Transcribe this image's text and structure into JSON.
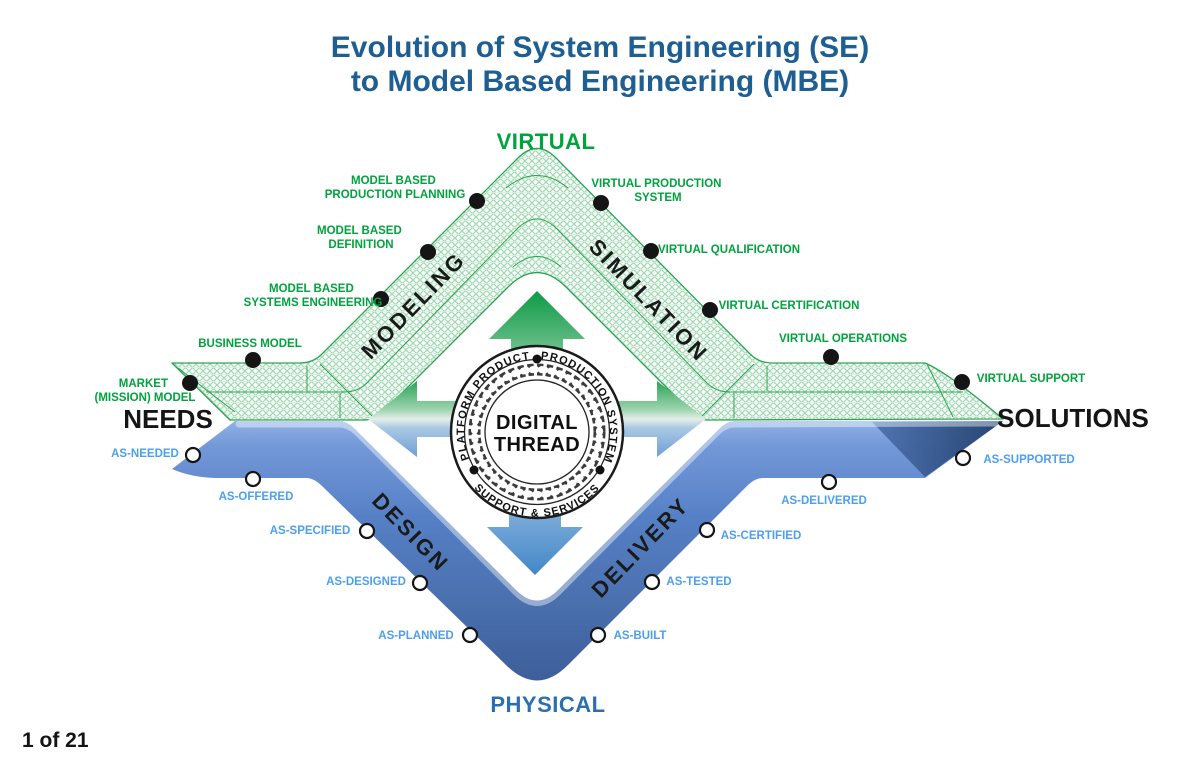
{
  "slide": {
    "title_line1": "Evolution of System Engineering (SE)",
    "title_line2": "to Model Based Engineering (MBE)",
    "page_indicator": "1 of 21"
  },
  "poles": {
    "top": "VIRTUAL",
    "bottom": "PHYSICAL",
    "left": "NEEDS",
    "right": "SOLUTIONS"
  },
  "bands": {
    "top_left": "MODELING",
    "top_right": "SIMULATION",
    "bottom_left": "DESIGN",
    "bottom_right": "DELIVERY"
  },
  "hub": {
    "line1": "DIGITAL",
    "line2": "THREAD",
    "arc_top_left": "PLATFORM PRODUCT",
    "arc_top_right": "PRODUCTION SYSTEM",
    "arc_bottom": "SUPPORT & SERVICES"
  },
  "virtual_milestones": [
    {
      "line1": "MARKET",
      "line2": "(MISSION) MODEL"
    },
    {
      "line1": "BUSINESS MODEL",
      "line2": ""
    },
    {
      "line1": "MODEL BASED",
      "line2": "SYSTEMS ENGINEERING"
    },
    {
      "line1": "MODEL BASED",
      "line2": "DEFINITION"
    },
    {
      "line1": "MODEL BASED",
      "line2": "PRODUCTION PLANNING"
    },
    {
      "line1": "VIRTUAL PRODUCTION",
      "line2": "SYSTEM"
    },
    {
      "line1": "VIRTUAL QUALIFICATION",
      "line2": ""
    },
    {
      "line1": "VIRTUAL CERTIFICATION",
      "line2": ""
    },
    {
      "line1": "VIRTUAL OPERATIONS",
      "line2": ""
    },
    {
      "line1": "VIRTUAL SUPPORT",
      "line2": ""
    }
  ],
  "physical_milestones": [
    "AS-NEEDED",
    "AS-OFFERED",
    "AS-SPECIFIED",
    "AS-DESIGNED",
    "AS-PLANNED",
    "AS-BUILT",
    "AS-TESTED",
    "AS-CERTIFIED",
    "AS-DELIVERED",
    "AS-SUPPORTED"
  ],
  "colors": {
    "title_blue": "#1d5e93",
    "virtual_green": "#00a33e",
    "band_green_line": "#2ca352",
    "physical_label_blue": "#4c9fec",
    "physical_pole_blue": "#2d6eb0",
    "band_blue": "#4e79be",
    "band_blue_dark": "#1e3a66",
    "arrow_green": "#0e9a46",
    "arrow_blue": "#4287c8",
    "text_black": "#151515"
  }
}
